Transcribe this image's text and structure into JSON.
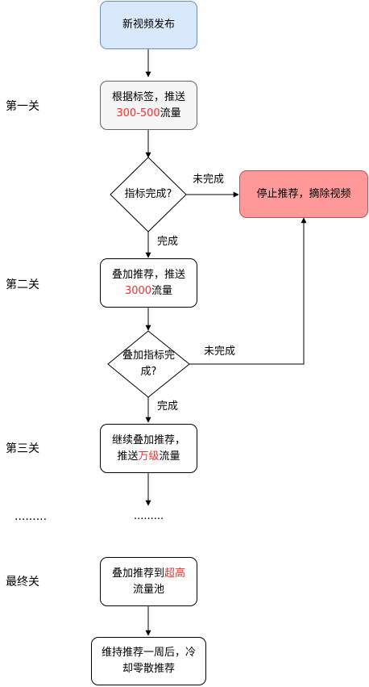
{
  "nodes": {
    "start": {
      "label": "新视频发布",
      "fill": "#dae8fc",
      "stroke": "#6c8ebf"
    },
    "step1": {
      "line1": "根据标签，推送",
      "line2_red": "300-500",
      "line2_rest": "流量",
      "fill": "#f5f5f5",
      "stroke": "#666666"
    },
    "decision1": {
      "label": "指标完成?"
    },
    "stop": {
      "label": "停止推荐，摘除视频",
      "fill": "#ff9999",
      "stroke": "#b85450"
    },
    "step2": {
      "line1": "叠加推荐，推送",
      "line2_red": "3000",
      "line2_rest": "流量"
    },
    "decision2": {
      "line1": "叠加指标完",
      "line2": "成?"
    },
    "step3": {
      "line1": "继续叠加推荐，",
      "line2_pre": "推送",
      "line2_red": "万级",
      "line2_rest": "流量"
    },
    "step_final": {
      "line1_pre": "叠加推荐到",
      "line1_red": "超高",
      "line2": "流量池"
    },
    "end": {
      "line1": "维持推荐一周后，冷",
      "line2": "却零散推荐"
    }
  },
  "stages": {
    "s1": "第一关",
    "s2": "第二关",
    "s3": "第三关",
    "dots": ".........",
    "final": "最终关"
  },
  "edges": {
    "complete": "完成",
    "incomplete": "未完成",
    "dots": "........."
  },
  "colors": {
    "red_text": "#ff2a2a",
    "line": "#000000"
  }
}
